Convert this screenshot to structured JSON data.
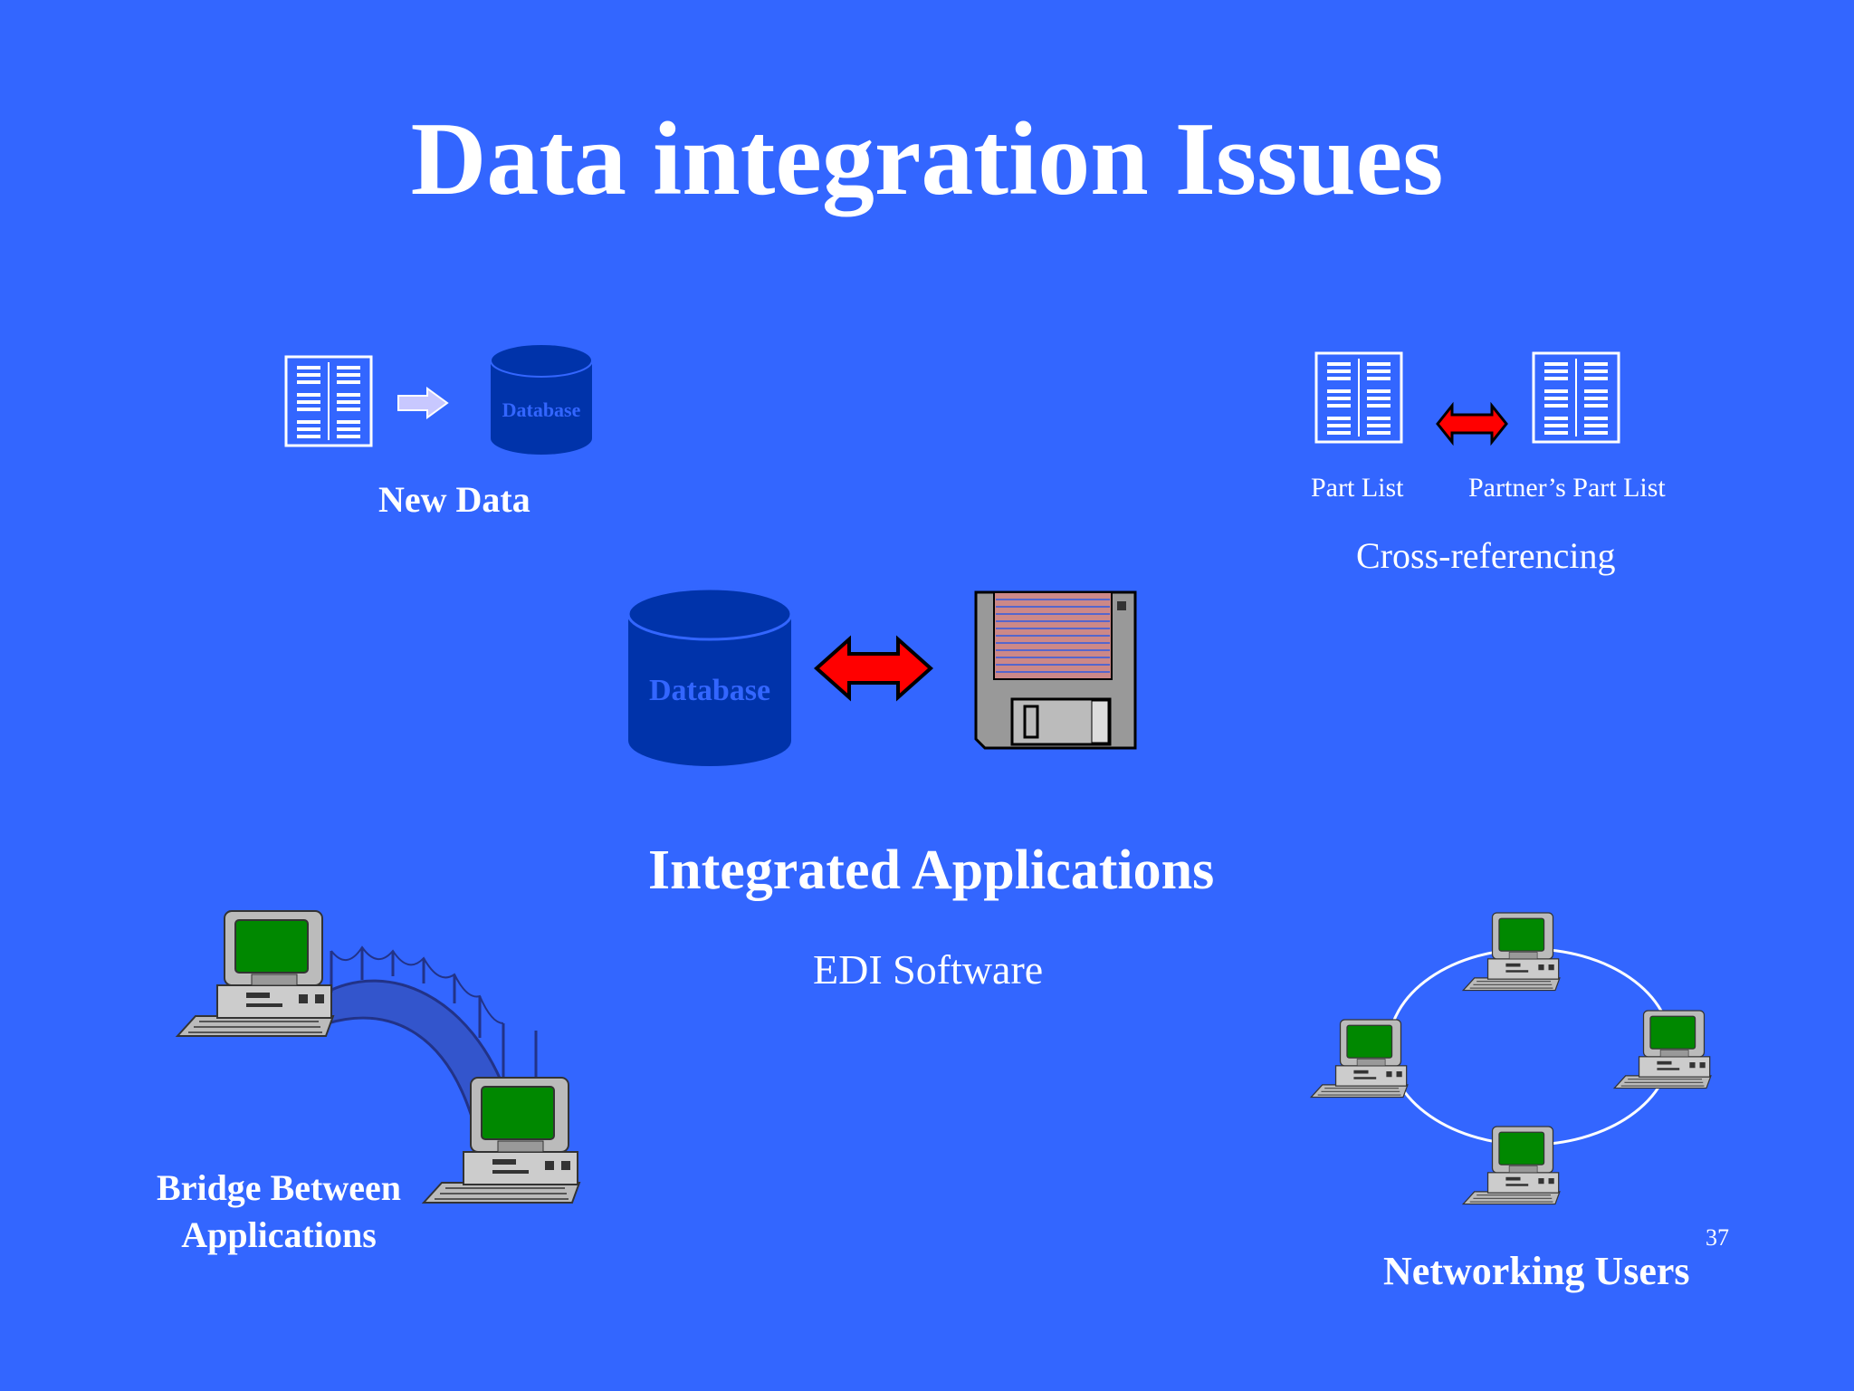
{
  "slide": {
    "title": "Data integration  Issues",
    "page_number": "37",
    "colors": {
      "background": "#3366ff",
      "database": "#0033aa",
      "database_label": "#3366ff",
      "arrow": "#ff0000",
      "screen": "#008800",
      "computer": "#bbbbbb"
    },
    "new_data": {
      "label": "New Data",
      "database_label": "Database",
      "icons": [
        "document-icon",
        "arrow-right-icon",
        "database-icon"
      ]
    },
    "cross_referencing": {
      "label": "Cross-referencing",
      "part_list": "Part List",
      "partner_part_list": "Partner’s Part List",
      "icons": [
        "document-icon",
        "double-arrow-icon",
        "document-icon"
      ]
    },
    "integrated_applications": {
      "label": "Integrated Applications",
      "database_label": "Database",
      "icons": [
        "database-icon",
        "double-arrow-icon",
        "floppy-disk-icon"
      ]
    },
    "edi": {
      "label": "EDI Software"
    },
    "bridge": {
      "label_line1": "Bridge Between",
      "label_line2": "Applications",
      "icons": [
        "computer-icon",
        "bridge-icon",
        "computer-icon"
      ]
    },
    "networking": {
      "label": "Networking Users",
      "icons": [
        "network-ring-icon",
        "computer-icon",
        "computer-icon",
        "computer-icon",
        "computer-icon"
      ]
    }
  }
}
